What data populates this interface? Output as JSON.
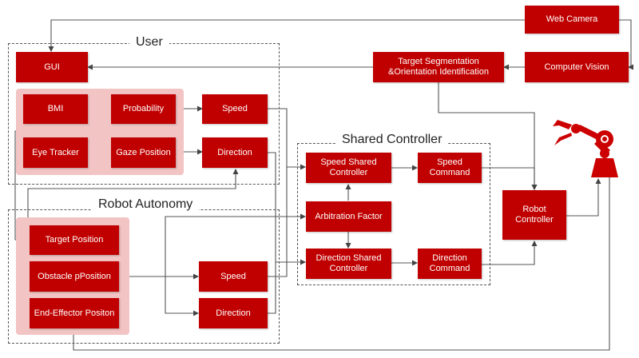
{
  "colors": {
    "block": "#c00000",
    "group_fill": "#f2c4c4",
    "line": "#555555",
    "text": "#ffffff"
  },
  "sections": {
    "user": "User",
    "robot_autonomy": "Robot Autonomy",
    "shared_controller": "Shared Controller"
  },
  "blocks": {
    "web_camera": "Web Camera",
    "computer_vision": "Computer Vision",
    "target_segmentation": "Target Segmentation &Orientation Identification",
    "gui": "GUI",
    "bmi": "BMI",
    "probability": "Probability",
    "speed_user": "Speed",
    "eye_tracker": "Eye Tracker",
    "gaze_position": "Gaze Position",
    "direction_user": "Direction",
    "speed_shared_controller": "Speed Shared Controller",
    "speed_command": "Speed Command",
    "arbitration_factor": "Arbitration Factor",
    "direction_shared_controller": "Direction Shared Controller",
    "direction_command": "Direction Command",
    "robot_controller": "Robot Controller",
    "target_position": "Target Position",
    "obstacle_position": "Obstacle pPosition",
    "end_effector_position": "End-Effector Positon",
    "speed_auto": "Speed",
    "direction_auto": "Direction"
  },
  "icons": {
    "robot": "robot-arm-icon"
  }
}
